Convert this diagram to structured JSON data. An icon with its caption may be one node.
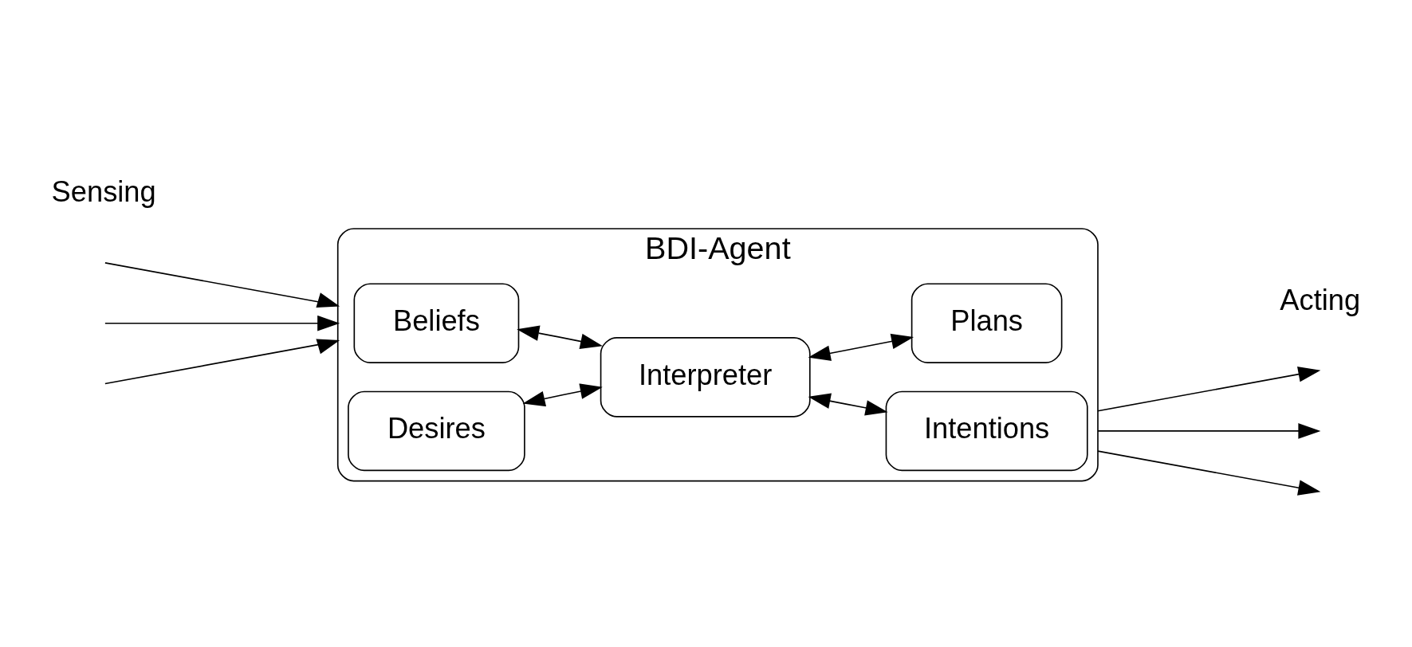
{
  "diagram": {
    "nodes": [
      {
        "text": [
          "BDI-Agent"
        ]
      },
      {
        "text": [
          "Beliefs"
        ],
        "in": 0
      },
      {
        "text": [
          "Plans"
        ],
        "in": 0
      },
      {
        "text": [
          "Interpreter"
        ],
        "in": 0
      },
      {
        "text": [
          "Desires"
        ],
        "in": 0
      },
      {
        "text": [
          "Intentions"
        ],
        "in": 0
      }
    ],
    "edges": [
      {
        "from": 3,
        "to": 1,
        "arrow": "both"
      },
      {
        "from": 3,
        "to": 2,
        "arrow": "both"
      },
      {
        "from": 3,
        "to": 4,
        "arrow": "both"
      },
      {
        "from": 3,
        "to": 5,
        "arrow": "both"
      },
      {
        "from": null,
        "to": 0,
        "arrow": "to"
      },
      {
        "from": null,
        "to": 0,
        "arrow": "to"
      },
      {
        "from": null,
        "to": 0,
        "arrow": "to"
      },
      {
        "from": 0,
        "to": null,
        "arrow": "to"
      },
      {
        "from": 0,
        "to": null,
        "arrow": "to"
      },
      {
        "from": 0,
        "to": null,
        "arrow": "to"
      }
    ],
    "labels": [
      "Sensing",
      "Acting"
    ]
  }
}
